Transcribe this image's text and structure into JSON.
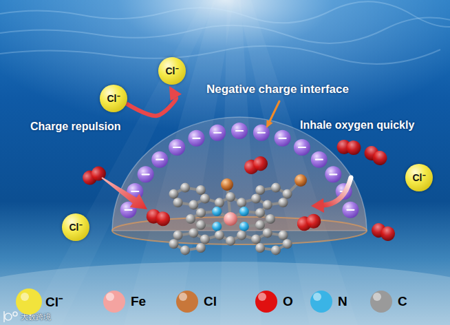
{
  "diagram": {
    "nodes": [
      {
        "text": [
          "Cl⁻"
        ]
      },
      {
        "text": [
          "Cl⁻"
        ]
      },
      {
        "text": [
          "Cl⁻"
        ]
      },
      {
        "text": [
          "Cl⁻"
        ]
      }
    ],
    "edges": [
      {
        "from": 1,
        "to": 0,
        "arrow": "to"
      }
    ],
    "labels": [
      "Negative charge interface",
      "Charge repulsion",
      "Inhale oxygen quickly",
      "大数跨境"
    ],
    "legend": [
      {
        "text": "Cl⁻",
        "color": "#f2e33c"
      },
      {
        "text": "Fe",
        "color": "#f4a3a0"
      },
      {
        "text": "Cl",
        "color": "#c8773a"
      },
      {
        "text": "O",
        "color": "#e01010"
      },
      {
        "text": "N",
        "color": "#3ab4e6"
      },
      {
        "text": "C",
        "color": "#9a9a9a"
      }
    ]
  }
}
